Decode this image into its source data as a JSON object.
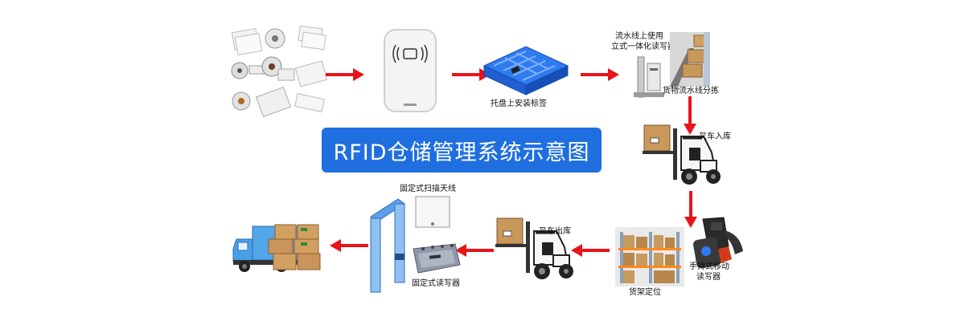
{
  "title": "RFID仓储管理系统示意图",
  "labels": {
    "pallet": "托盘上安装标签",
    "line_reader_1": "流水线上使用",
    "line_reader_2": "立式一体化读写器",
    "sorting": "货物流水线分拣",
    "forklift_in": "叉车入库",
    "handheld_1": "手持式移动",
    "handheld_2": "读写器",
    "shelf": "货架定位",
    "forklift_out": "叉车出库",
    "antenna": "固定式扫描天线",
    "fixed_reader": "固定式读写器"
  },
  "colors": {
    "arrow": "#e8141b",
    "title_bg": "#1f6fe0",
    "pallet": "#1f63d8"
  }
}
